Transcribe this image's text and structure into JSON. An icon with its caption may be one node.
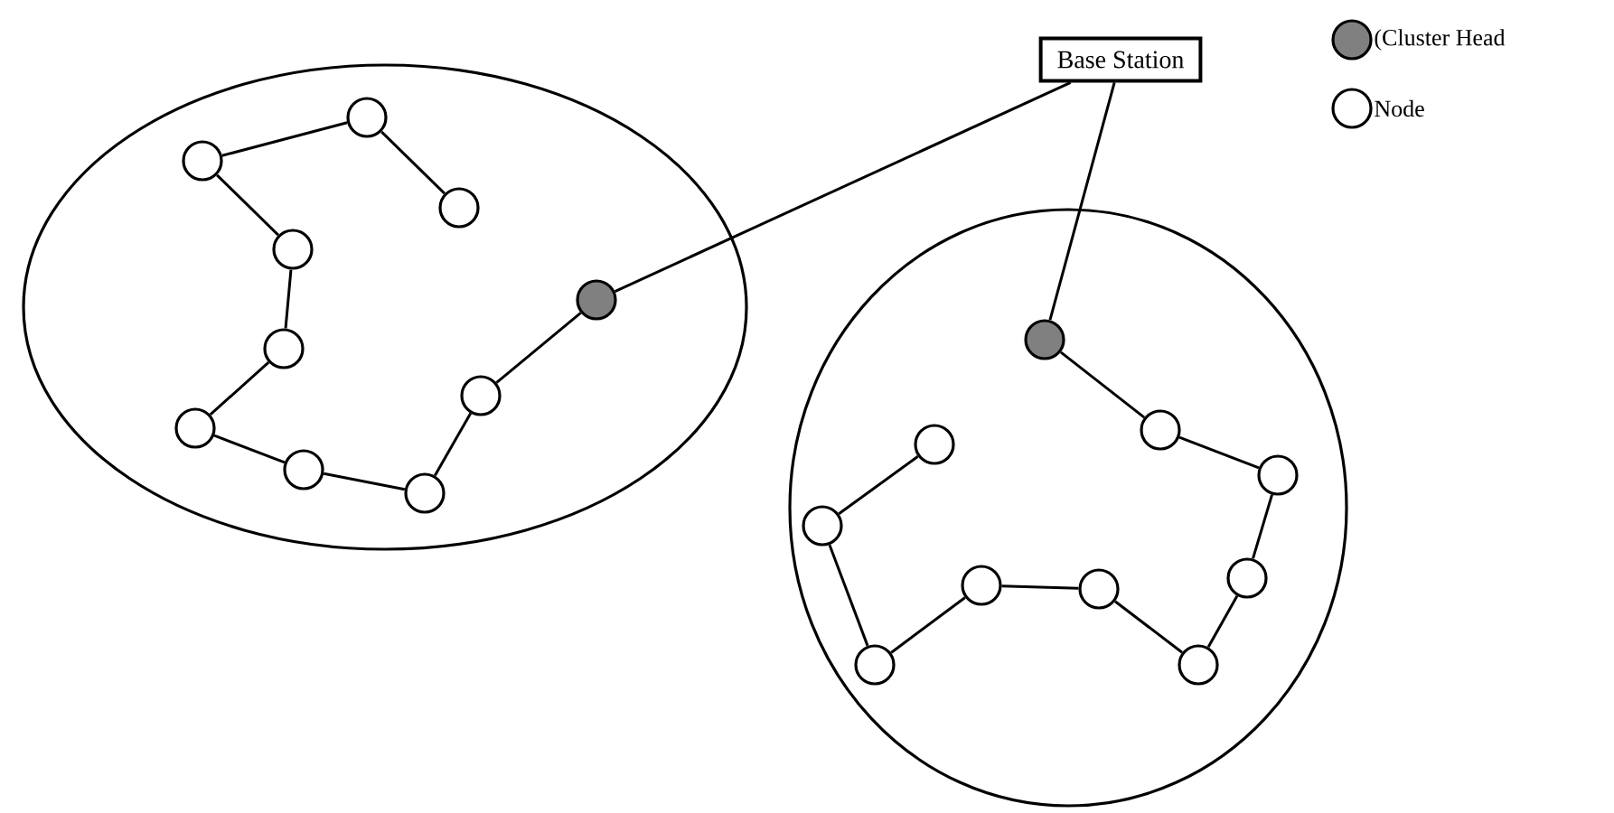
{
  "diagram": {
    "nodes": [
      {
        "text": [
          "Base Station"
        ]
      },
      {
        "text": [],
        "shape": "ellipse"
      },
      {
        "text": [],
        "shape": "circle",
        "in": 1
      },
      {
        "text": [],
        "shape": "circle",
        "in": 1
      },
      {
        "text": [],
        "shape": "circle",
        "in": 1
      },
      {
        "text": [],
        "shape": "circle",
        "in": 1
      },
      {
        "text": [],
        "shape": "dot",
        "in": 1
      },
      {
        "text": [],
        "shape": "circle",
        "in": 1
      },
      {
        "text": [],
        "shape": "circle",
        "in": 1
      },
      {
        "text": [],
        "shape": "circle",
        "in": 1
      },
      {
        "text": [],
        "shape": "circle",
        "in": 1
      },
      {
        "text": [],
        "shape": "circle",
        "in": 1
      },
      {
        "text": [],
        "shape": "ellipse"
      },
      {
        "text": [],
        "shape": "dot",
        "in": 12
      },
      {
        "text": [],
        "shape": "circle",
        "in": 12
      },
      {
        "text": [],
        "shape": "circle",
        "in": 12
      },
      {
        "text": [],
        "shape": "circle",
        "in": 12
      },
      {
        "text": [],
        "shape": "circle",
        "in": 12
      },
      {
        "text": [],
        "shape": "circle",
        "in": 12
      },
      {
        "text": [],
        "shape": "circle",
        "in": 12
      },
      {
        "text": [],
        "shape": "circle",
        "in": 12
      },
      {
        "text": [],
        "shape": "circle",
        "in": 12
      },
      {
        "text": [],
        "shape": "circle",
        "in": 12
      }
    ],
    "edges": [
      {
        "from": 3,
        "to": 2,
        "arrow": "none"
      },
      {
        "from": 2,
        "to": 4,
        "arrow": "none"
      },
      {
        "from": 3,
        "to": 5,
        "arrow": "none"
      },
      {
        "from": 5,
        "to": 7,
        "arrow": "none"
      },
      {
        "from": 7,
        "to": 8,
        "arrow": "none"
      },
      {
        "from": 8,
        "to": 10,
        "arrow": "none"
      },
      {
        "from": 10,
        "to": 11,
        "arrow": "none"
      },
      {
        "from": 11,
        "to": 9,
        "arrow": "none"
      },
      {
        "from": 9,
        "to": 6,
        "arrow": "none"
      },
      {
        "from": 6,
        "to": 0,
        "arrow": "none"
      },
      {
        "from": 13,
        "to": 0,
        "arrow": "none"
      },
      {
        "from": 13,
        "to": 14,
        "arrow": "none"
      },
      {
        "from": 14,
        "to": 15,
        "arrow": "none"
      },
      {
        "from": 15,
        "to": 18,
        "arrow": "none"
      },
      {
        "from": 18,
        "to": 22,
        "arrow": "none"
      },
      {
        "from": 22,
        "to": 20,
        "arrow": "none"
      },
      {
        "from": 20,
        "to": 19,
        "arrow": "none"
      },
      {
        "from": 19,
        "to": 21,
        "arrow": "none"
      },
      {
        "from": 21,
        "to": 17,
        "arrow": "none"
      },
      {
        "from": 17,
        "to": 16,
        "arrow": "none"
      }
    ],
    "legend": [
      {
        "text": "(Cluster Head",
        "color": "#808080"
      },
      {
        "text": "Node"
      }
    ]
  }
}
